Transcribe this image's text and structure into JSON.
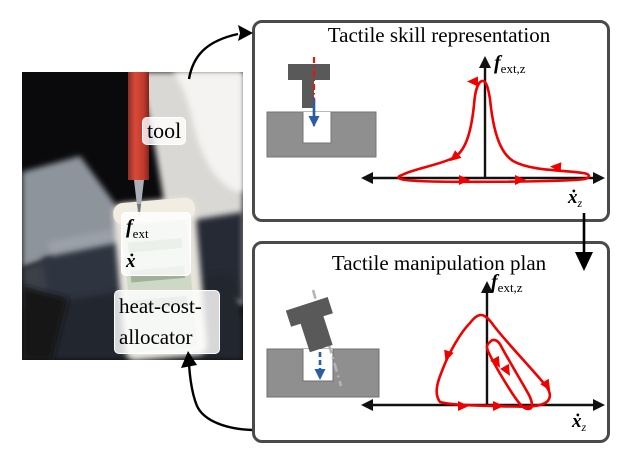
{
  "photo": {
    "tool_label": "tool",
    "force_main": "f",
    "force_sub": "ext",
    "velocity_label": "ẋ",
    "allocator_line1": "heat-cost-",
    "allocator_line2": "allocator"
  },
  "skill_panel": {
    "title": "Tactile skill representation",
    "y_main": "f",
    "y_sub": "ext,z",
    "x_main": "ẋ",
    "x_sub": "z"
  },
  "plan_panel": {
    "title": "Tactile manipulation plan",
    "y_main": "f",
    "y_sub": "ext,z",
    "x_main": "ẋ",
    "x_sub": "z"
  },
  "colors": {
    "curve_red": "#f10000",
    "panel_border": "#4a4a4a",
    "peg_gray": "#595959",
    "block_gray": "#8f8f8f",
    "insertion_blue": "#2b5ca8",
    "axis_black": "#111111"
  },
  "chart_data": [
    {
      "type": "line",
      "title": "Tactile skill representation",
      "xlabel": "ẋ_z",
      "ylabel": "f_ext,z",
      "description": "Qualitative closed red cycle: sharp narrow force peak at zero velocity with flat lobes hugging the velocity axis on both sides; arrowheads mark traversal direction.",
      "axis_ticks": "none (qualitative sketch)"
    },
    {
      "type": "line",
      "title": "Tactile manipulation plan",
      "xlabel": "ẋ_z",
      "ylabel": "f_ext,z",
      "description": "Qualitative red planned trajectory: one large dome-shaped loop around the force axis plus a smaller tilted inner loop at positive velocity; arrowheads mark traversal direction.",
      "axis_ticks": "none (qualitative sketch)"
    }
  ]
}
